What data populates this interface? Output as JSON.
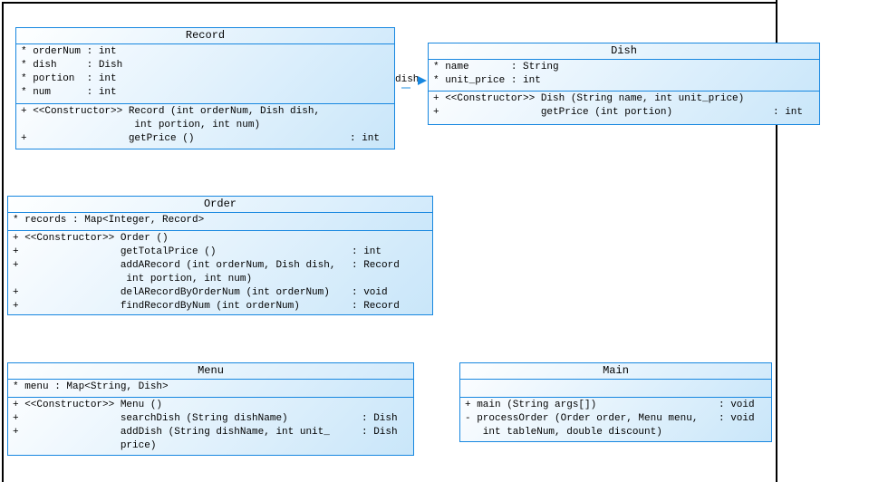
{
  "colors": {
    "class_border": "#1787e0",
    "class_fill_light": "#fbfdff",
    "class_fill_dark": "#c9e6f9",
    "page_line": "#000000",
    "text": "#000000"
  },
  "diagram": {
    "association_label": "dish",
    "classes": {
      "record": {
        "name": "Record",
        "attrs": [
          "* orderNum : int",
          "* dish     : Dish",
          "* portion  : int",
          "* num      : int"
        ],
        "methods": [
          {
            "l": "+ <<Constructor>> Record (int orderNum, Dish dish,"
          },
          {
            "l": "                   int portion, int num)"
          },
          {
            "l": "+                 getPrice ()",
            "r": ": int"
          }
        ]
      },
      "dish": {
        "name": "Dish",
        "attrs": [
          "* name       : String",
          "* unit_price : int"
        ],
        "methods": [
          {
            "l": "+ <<Constructor>> Dish (String name, int unit_price)"
          },
          {
            "l": "+                 getPrice (int portion)",
            "r": ": int"
          }
        ]
      },
      "order": {
        "name": "Order",
        "attrs": [
          "* records : Map<Integer, Record>"
        ],
        "methods": [
          {
            "l": "+ <<Constructor>> Order ()"
          },
          {
            "l": "+                 getTotalPrice ()",
            "r": ": int"
          },
          {
            "l": "+                 addARecord (int orderNum, Dish dish,",
            "r": ": Record"
          },
          {
            "l": "                   int portion, int num)"
          },
          {
            "l": "+                 delARecordByOrderNum (int orderNum)",
            "r": ": void"
          },
          {
            "l": "+                 findRecordByNum (int orderNum)",
            "r": ": Record"
          }
        ]
      },
      "menu": {
        "name": "Menu",
        "attrs": [
          "* menu : Map<String, Dish>"
        ],
        "methods": [
          {
            "l": "+ <<Constructor>> Menu ()"
          },
          {
            "l": "+                 searchDish (String dishName)",
            "r": ": Dish"
          },
          {
            "l": "+                 addDish (String dishName, int unit_",
            "r": ": Dish"
          },
          {
            "l": "                  price)"
          }
        ]
      },
      "main": {
        "name": "Main",
        "attrs": [],
        "methods": [
          {
            "l": "+ main (String args[])",
            "r": ": void"
          },
          {
            "l": "- processOrder (Order order, Menu menu,",
            "r": ": void"
          },
          {
            "l": "   int tableNum, double discount)"
          }
        ]
      }
    }
  }
}
